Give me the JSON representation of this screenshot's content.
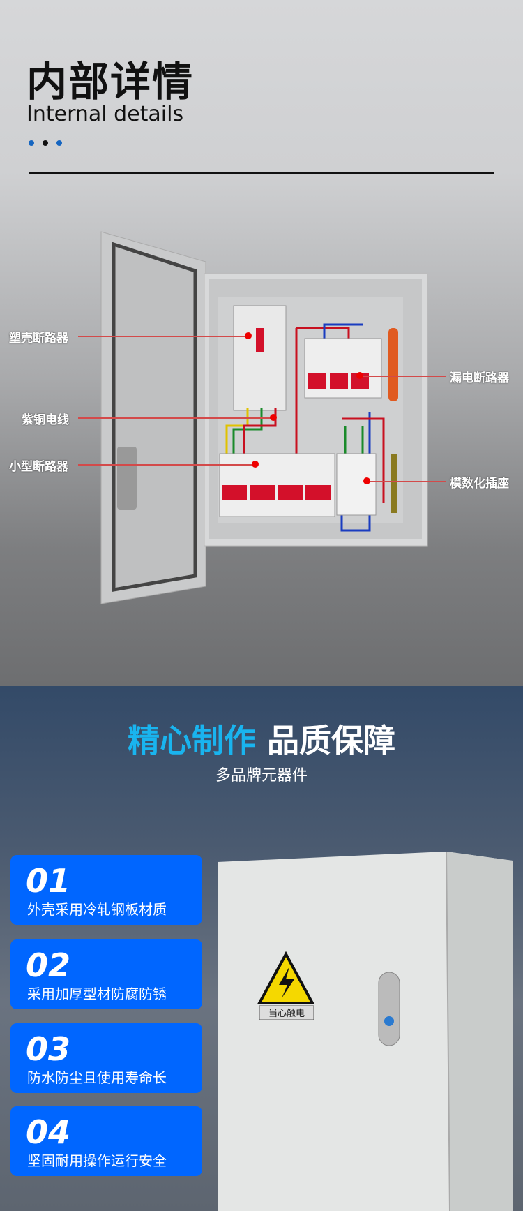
{
  "header": {
    "title": "内部详情",
    "subtitle": "Internal details"
  },
  "callouts": {
    "left": [
      "塑壳断路器",
      "紫铜电线",
      "小型断路器"
    ],
    "right": [
      "漏电断路器",
      "模数化插座"
    ]
  },
  "quality": {
    "title_accent": "精心制作",
    "title_main": "品质保障",
    "subtitle": "多品牌元器件"
  },
  "features": [
    {
      "num": "01",
      "text": "外壳采用冷轧钢板材质"
    },
    {
      "num": "02",
      "text": "采用加厚型材防腐防锈"
    },
    {
      "num": "03",
      "text": "防水防尘且使用寿命长"
    },
    {
      "num": "04",
      "text": "坚固耐用操作运行安全"
    }
  ],
  "warning_sign": "当心触电",
  "colors": {
    "accent": "#19b4ef",
    "card": "#0066ff",
    "dot_blue": "#1565c0"
  }
}
